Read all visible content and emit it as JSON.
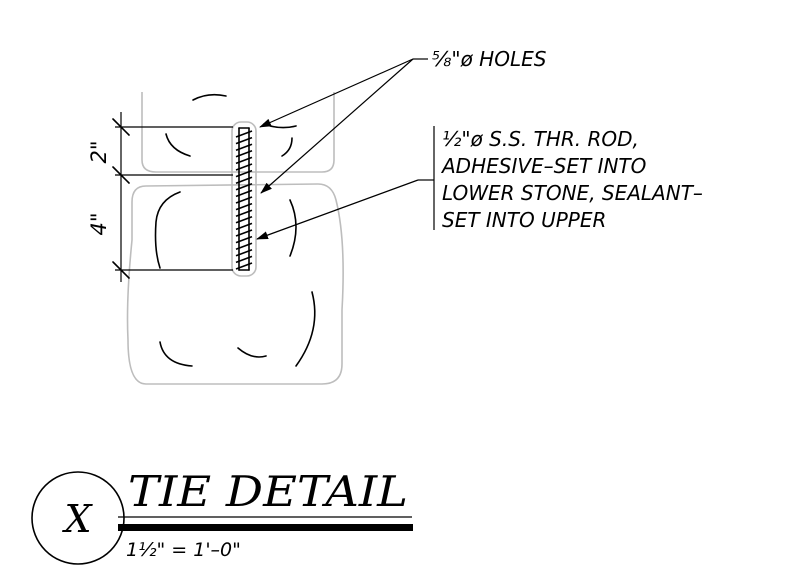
{
  "callouts": {
    "holes": "⅝\"ø HOLES",
    "rod_line1": "½\"ø S.S. THR. ROD,",
    "rod_line2": "ADHESIVE–SET INTO",
    "rod_line3": "LOWER STONE, SEALANT–",
    "rod_line4": "SET INTO UPPER"
  },
  "dimensions": {
    "upper": "2\"",
    "lower": "4\""
  },
  "title_block": {
    "detail_id": "X",
    "title": "TIE DETAIL",
    "scale": "1½\" = 1'–0\""
  }
}
